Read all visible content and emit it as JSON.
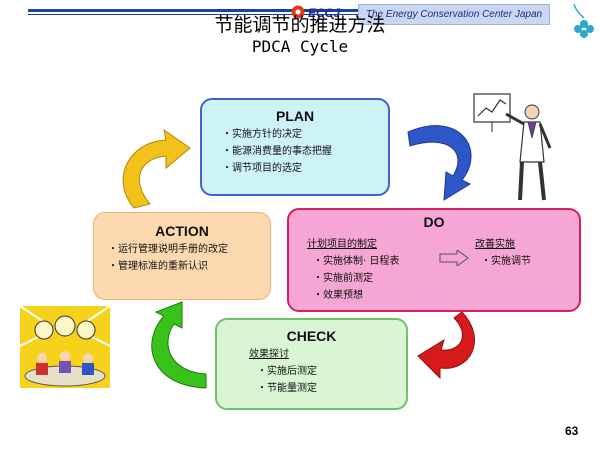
{
  "header": {
    "organization": "The Energy Conservation Center Japan",
    "logo_text": "ECCJ",
    "title": "节能调节的推进方法",
    "subtitle": "PDCA Cycle"
  },
  "plan": {
    "heading": "PLAN",
    "items": [
      "・实施方针的决定",
      "・能源消费量的事态把握",
      "・调节项目的选定"
    ]
  },
  "do": {
    "heading": "DO",
    "left_subheading": "计划项目的制定",
    "left_items": [
      "・实施体制· 日程表",
      "・实施前测定",
      "・效果预想"
    ],
    "right_subheading": "改善实施",
    "right_items": [
      "・实施调节"
    ]
  },
  "check": {
    "heading": "CHECK",
    "subheading": "效果探讨",
    "items": [
      "・实施后测定",
      "・节能量测定"
    ]
  },
  "action": {
    "heading": "ACTION",
    "items": [
      "・运行管理说明手册的改定",
      "・管理标准的重新认识"
    ]
  },
  "colors": {
    "plan_fill": "#cdf3f7",
    "plan_border": "#3f63c9",
    "do_fill": "#f6a6d4",
    "do_border": "#d4205c",
    "check_fill": "#d9f5d3",
    "check_border": "#6fc16a",
    "action_fill": "#fdd9b0",
    "action_border": "#e6b27d",
    "arrow_plan_to_do": "#2f56c8",
    "arrow_do_to_check": "#d61a1a",
    "arrow_check_to_action": "#39c21a",
    "arrow_action_to_plan": "#f2c21a"
  },
  "icons": [
    "clover-icon",
    "presenter-figure-icon",
    "lightbulb-meeting-icon",
    "inner-arrow-icon"
  ],
  "page_number": "63"
}
